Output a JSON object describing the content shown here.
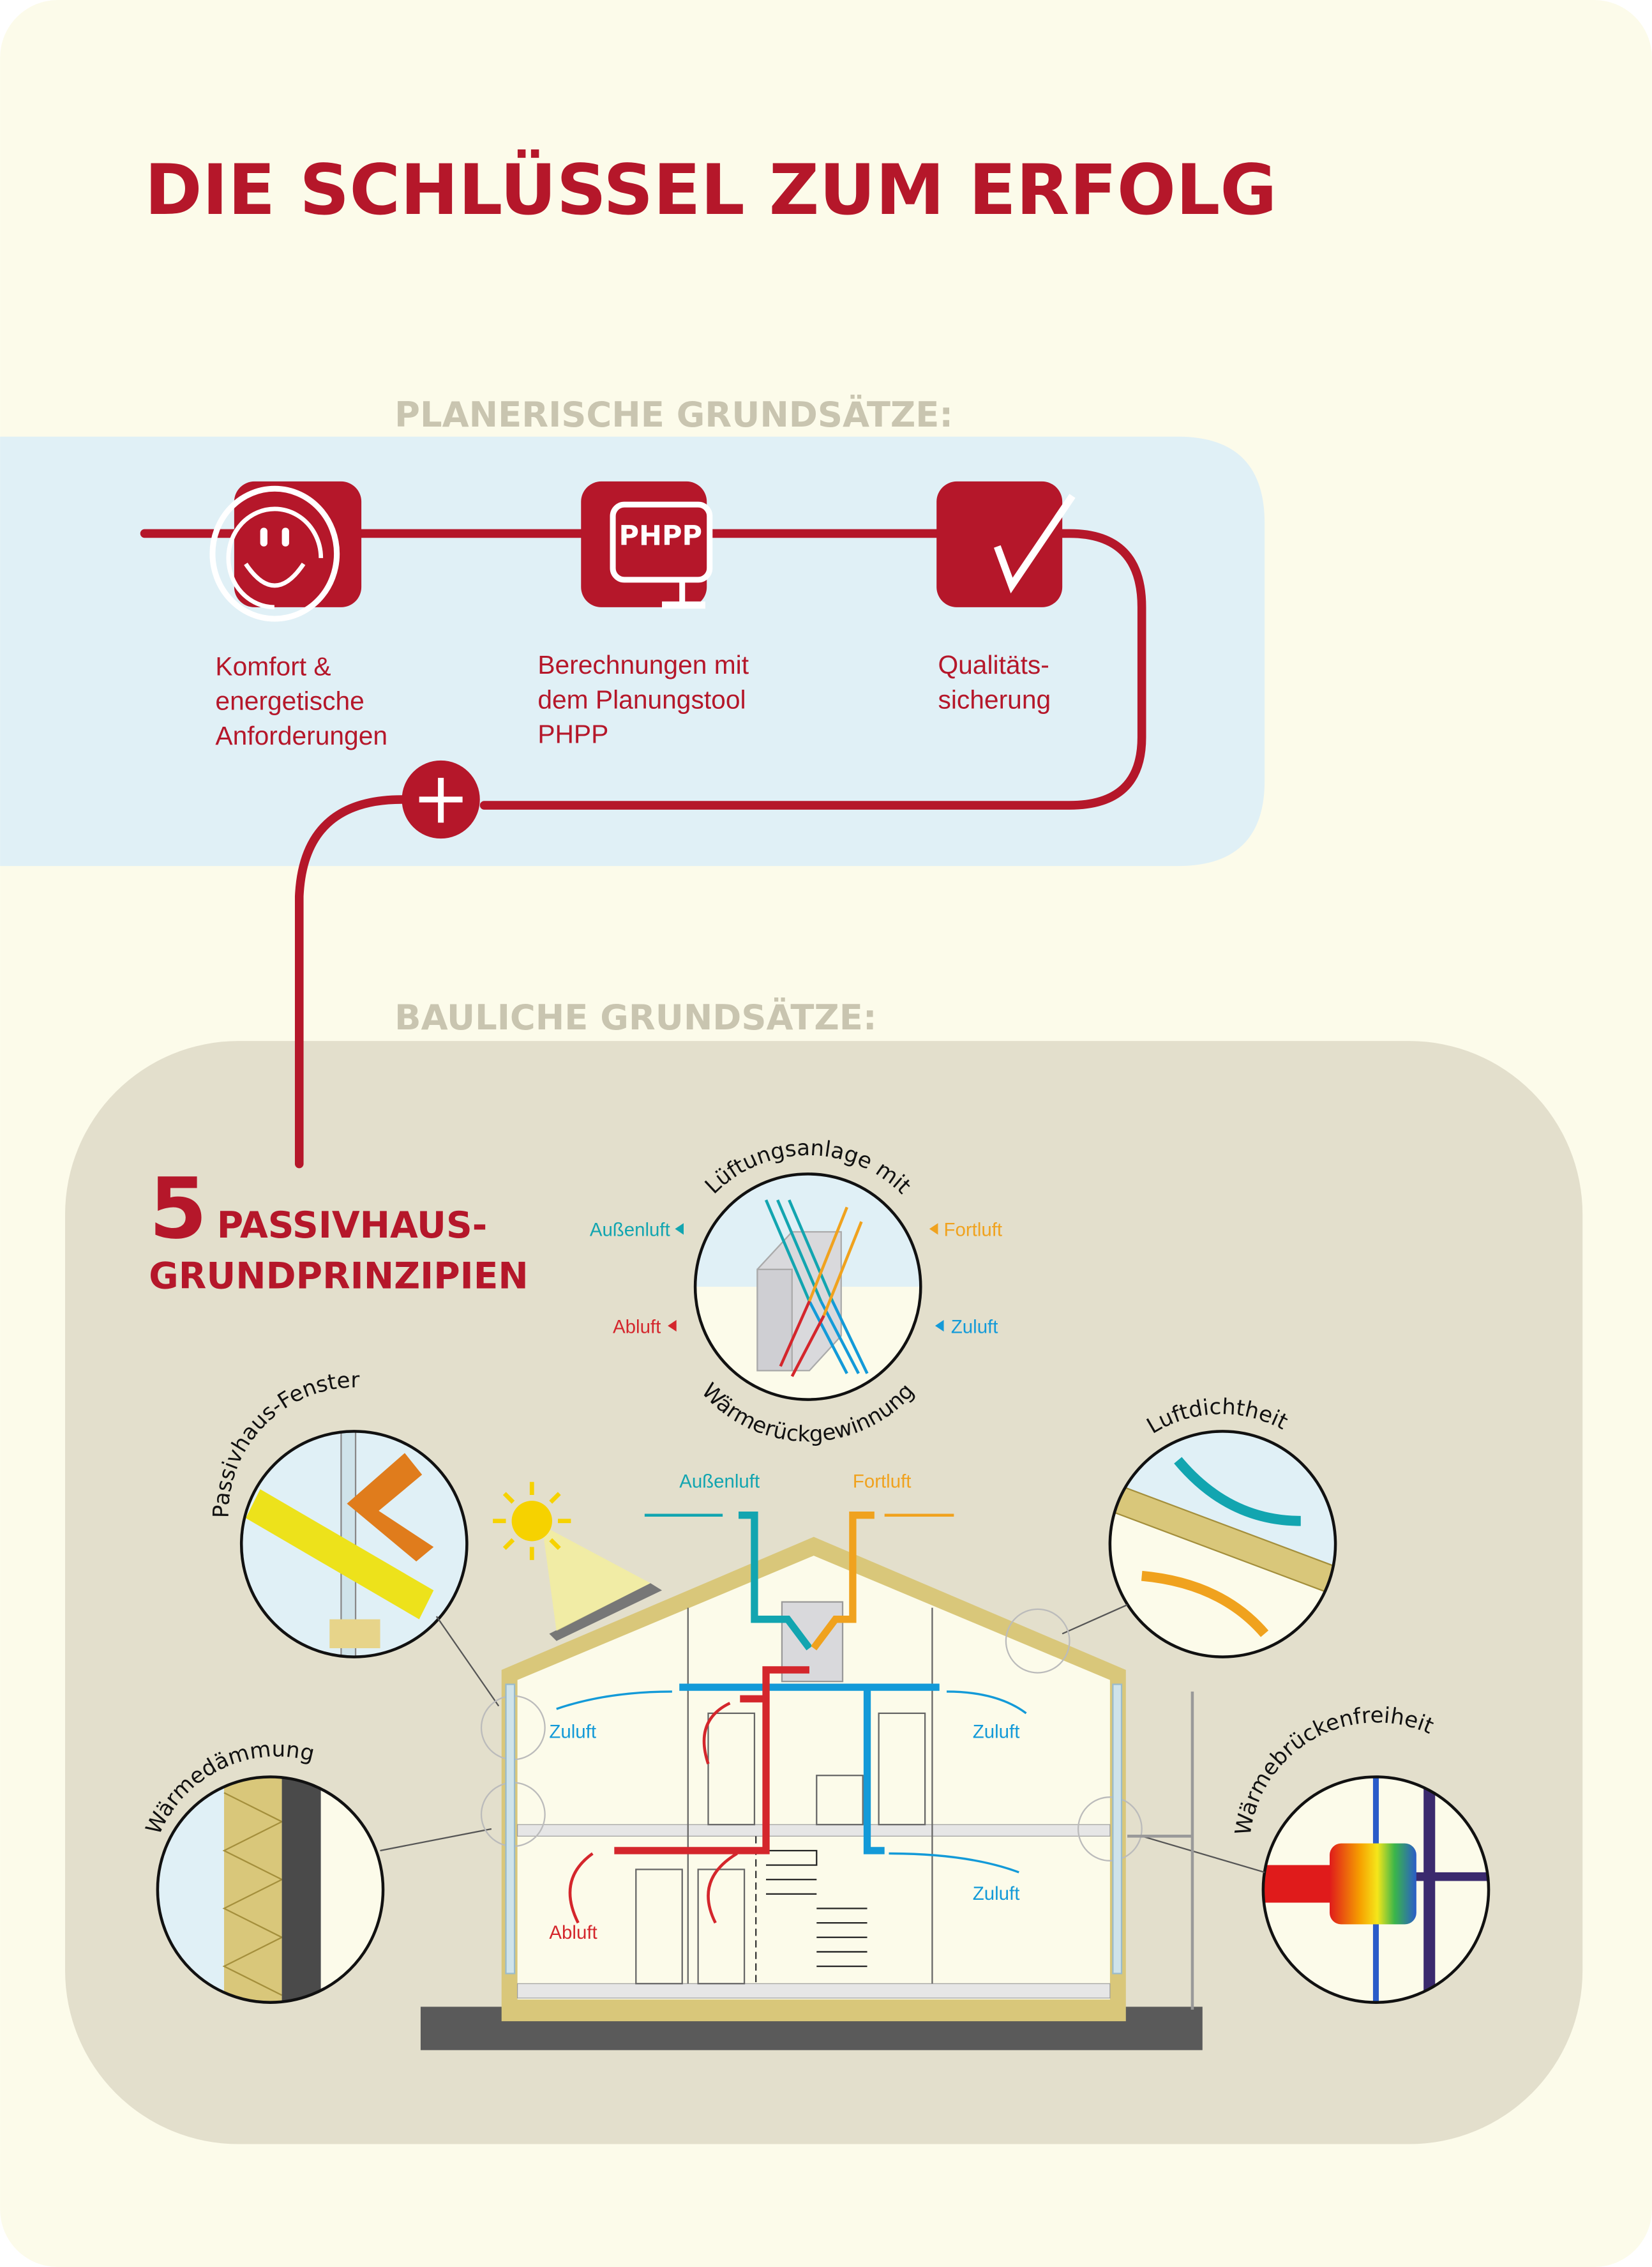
{
  "title": "DIE  SCHLÜSSEL ZUM ERFOLG",
  "colors": {
    "brand_red": "#b5172a",
    "background": "#fcfbea",
    "planning_panel": "#e0f0f6",
    "building_panel": "#e3dfcc",
    "section_heading": "#c9c5b0",
    "aussenluft": "#12a5b0",
    "fortluft": "#f0a21e",
    "zuluft": "#139ad8",
    "abluft": "#d4262c"
  },
  "planning": {
    "heading": "PLANERISCHE GRUNDSÄTZE:",
    "steps": [
      {
        "icon": "smiley-icon",
        "lines": [
          "Komfort &",
          "energetische",
          "Anforderungen"
        ]
      },
      {
        "icon": "phpp-monitor-icon",
        "icon_text": "PHPP",
        "lines": [
          "Berechnungen mit",
          "dem Planungstool",
          "PHPP"
        ]
      },
      {
        "icon": "checkmark-icon",
        "lines": [
          "Qualitäts-",
          "sicherung"
        ]
      }
    ],
    "connector_icon": "plus-icon"
  },
  "building": {
    "heading": "BAULICHE GRUNDSÄTZE:",
    "principles_number": "5",
    "principles_line1": "PASSIVHAUS-",
    "principles_line2": "GRUNDPRINZIPIEN",
    "ventilation": {
      "title_top": "Lüftungsanlage mit",
      "title_bottom": "Wärmerückgewinnung",
      "aussenluft": "Außenluft",
      "fortluft": "Fortluft",
      "abluft": "Abluft",
      "zuluft": "Zuluft"
    },
    "window": "Passivhaus-Fenster",
    "airtightness": "Luftdichtheit",
    "insulation": "Wärmedämmung",
    "thermal_bridge": "Wärmebrückenfreiheit",
    "house_labels": {
      "aussenluft": "Außenluft",
      "fortluft": "Fortluft",
      "zuluft_upper_left": "Zuluft",
      "zuluft_upper_right": "Zuluft",
      "zuluft_lower_right": "Zuluft",
      "abluft_lower_left": "Abluft"
    }
  }
}
